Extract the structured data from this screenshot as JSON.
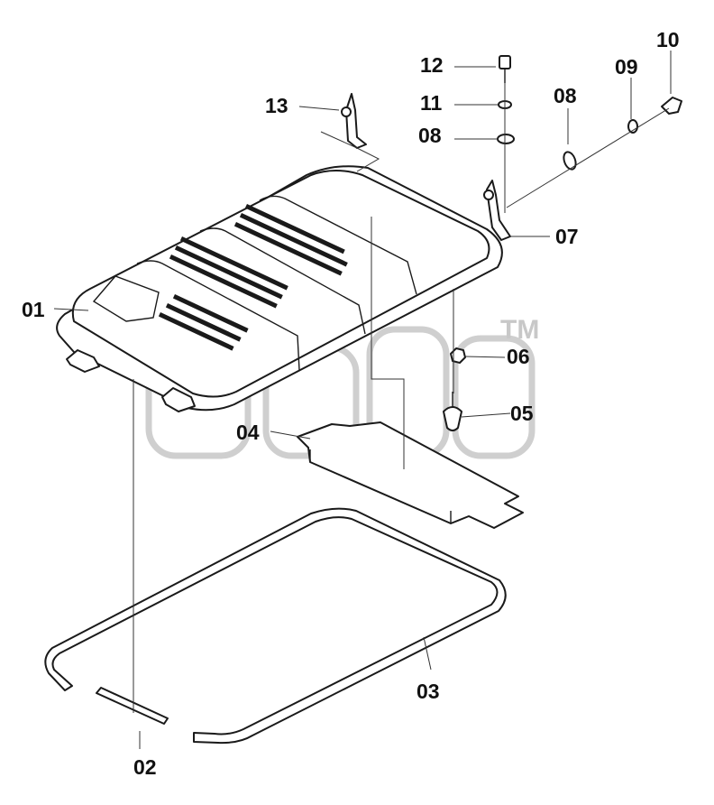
{
  "diagram": {
    "callouts": [
      {
        "id": "01",
        "label": "01"
      },
      {
        "id": "02",
        "label": "02"
      },
      {
        "id": "03",
        "label": "03"
      },
      {
        "id": "04",
        "label": "04"
      },
      {
        "id": "05",
        "label": "05"
      },
      {
        "id": "06",
        "label": "06"
      },
      {
        "id": "07",
        "label": "07"
      },
      {
        "id": "08a",
        "label": "08"
      },
      {
        "id": "08b",
        "label": "08"
      },
      {
        "id": "09",
        "label": "09"
      },
      {
        "id": "10",
        "label": "10"
      },
      {
        "id": "11",
        "label": "11"
      },
      {
        "id": "12",
        "label": "12"
      },
      {
        "id": "13",
        "label": "13"
      }
    ],
    "watermark": {
      "trademark": "TM"
    },
    "colors": {
      "line": "#1a1a1a",
      "watermark": "#cfcfcf",
      "background": "#ffffff"
    }
  }
}
